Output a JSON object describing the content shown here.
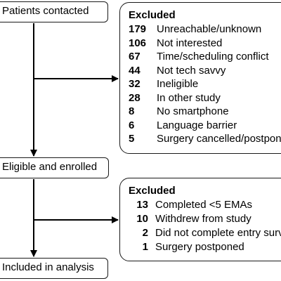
{
  "main_boxes": {
    "contacted": "Patients contacted",
    "enrolled": "Eligible and enrolled",
    "analysis": "Included in analysis"
  },
  "excluded_1": {
    "title": "Excluded",
    "items": [
      {
        "count": "179",
        "reason": "Unreachable/unknown"
      },
      {
        "count": "106",
        "reason": "Not interested"
      },
      {
        "count": "67",
        "reason": "Time/scheduling conflict"
      },
      {
        "count": "44",
        "reason": "Not tech savvy"
      },
      {
        "count": "32",
        "reason": "Ineligible"
      },
      {
        "count": "28",
        "reason": "In other study"
      },
      {
        "count": "8",
        "reason": "No smartphone"
      },
      {
        "count": "6",
        "reason": "Language barrier"
      },
      {
        "count": "5",
        "reason": "Surgery cancelled/postponed"
      }
    ]
  },
  "excluded_2": {
    "title": "Excluded",
    "items": [
      {
        "count": "13",
        "reason": "Completed <5 EMAs"
      },
      {
        "count": "10",
        "reason": "Withdrew from study"
      },
      {
        "count": "2",
        "reason": "Did not complete entry survey"
      },
      {
        "count": "1",
        "reason": "Surgery postponed"
      }
    ]
  }
}
